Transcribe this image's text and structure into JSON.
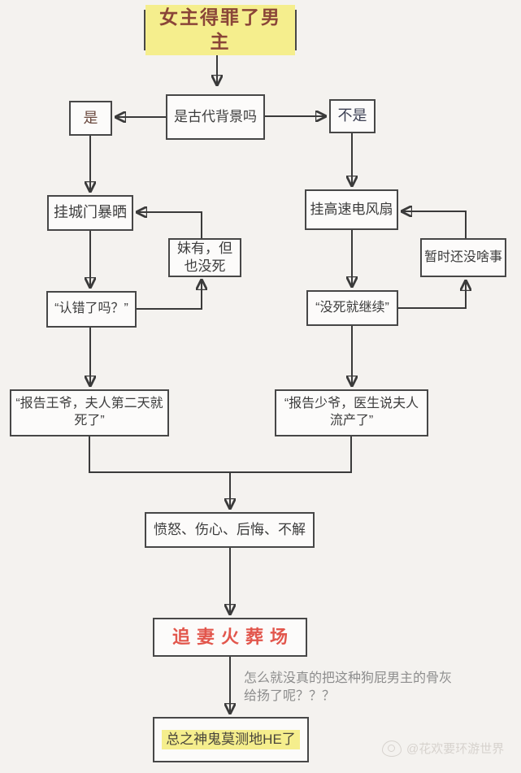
{
  "flowchart": {
    "title": {
      "label": "女主得罪了男主"
    },
    "decision": {
      "label": "是古代背景吗"
    },
    "branch_yes": {
      "label": "是"
    },
    "branch_no": {
      "label": "不是"
    },
    "ancient": {
      "step1": {
        "label": "挂城门暴晒"
      },
      "loop_back": {
        "label": "妹有，但\n也没死"
      },
      "step2": {
        "label": "“认错了吗？”"
      },
      "result": {
        "label": "“报告王爷，夫人第二天就\n死了”"
      }
    },
    "modern": {
      "step1": {
        "label": "挂高速电风扇"
      },
      "loop_back": {
        "label": "暂时还没啥事"
      },
      "step2": {
        "label": "“没死就继续”"
      },
      "result": {
        "label": "“报告少爷，医生说夫人\n流产了”"
      }
    },
    "emotions": {
      "label": "愤怒、伤心、后悔、不解"
    },
    "trope": {
      "label": "追妻火葬场"
    },
    "annotation": {
      "label": "怎么就没真的把这种狗屁男主的骨灰\n给扬了呢？？？"
    },
    "ending": {
      "label": "总之神鬼莫测地HE了"
    },
    "watermark": {
      "label": "@花欢要环游世界"
    }
  },
  "colors": {
    "background": "#f4f2ef",
    "box_border": "#474747",
    "box_fill": "#fcfbfa",
    "text_primary": "#3c3c3c",
    "highlight_yellow": "#f5ee8d",
    "title_text_red": "#8a4538",
    "trope_red": "#e2564c",
    "branch_yes_brown": "#6b4a3f",
    "branch_no_navy": "#3d4154",
    "annotation_gray": "#8d8d8d",
    "connector": "#3a3a3a"
  }
}
